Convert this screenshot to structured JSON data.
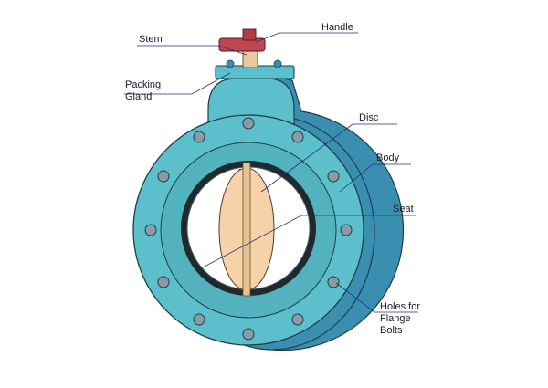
{
  "labels": {
    "handle": "Handle",
    "stem": "Stem",
    "packing_gland_1": "Packing",
    "packing_gland_2": "Gland",
    "disc": "Disc",
    "body": "Body",
    "seat": "Seat",
    "holes_1": "Holes for",
    "holes_2": "Flange",
    "holes_3": "Bolts"
  },
  "stock_id": "573801780",
  "colors": {
    "body": "#5bc0cc",
    "body_dark": "#3a8fb0",
    "outline": "#1f3d4a",
    "disc": "#f6d2a8",
    "handle": "#c0474f",
    "stem": "#e8c89c",
    "bolt": "#8c9aa3",
    "leader": "#2b2e7a"
  }
}
